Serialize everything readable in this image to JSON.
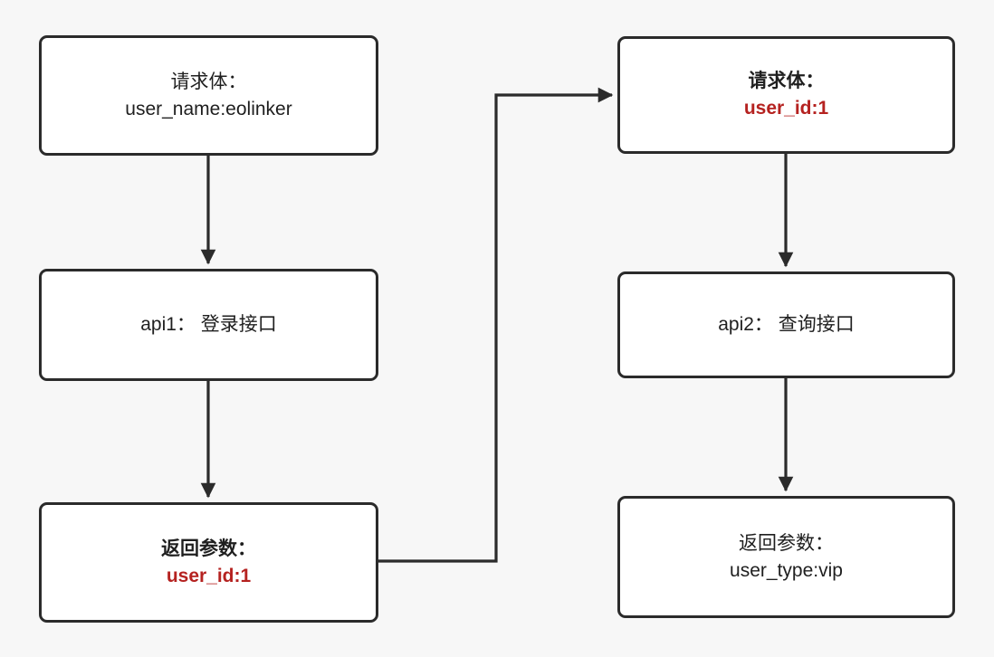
{
  "diagram": {
    "background_color": "#f7f7f7",
    "node_border_color": "#2b2b2b",
    "node_fill_color": "#ffffff",
    "highlight_color": "#b52220",
    "nodes": [
      {
        "id": "login-request",
        "title": "请求体：",
        "value": "user_name:eolinker",
        "title_bold": false,
        "value_highlight": false
      },
      {
        "id": "api1",
        "label": "api1： 登录接口"
      },
      {
        "id": "login-response",
        "title": "返回参数：",
        "value": "user_id:1",
        "title_bold": true,
        "value_highlight": true
      },
      {
        "id": "query-request",
        "title": "请求体：",
        "value": "user_id:1",
        "title_bold": true,
        "value_highlight": true
      },
      {
        "id": "api2",
        "label": "api2： 查询接口"
      },
      {
        "id": "query-response",
        "title": "返回参数：",
        "value": "user_type:vip",
        "title_bold": false,
        "value_highlight": false
      }
    ],
    "edges": [
      {
        "id": "login-request-to-api1",
        "from": "login-request",
        "to": "api1",
        "direction": "down"
      },
      {
        "id": "api1-to-login-response",
        "from": "api1",
        "to": "login-response",
        "direction": "down"
      },
      {
        "id": "login-response-to-query-request",
        "from": "login-response",
        "to": "query-request",
        "direction": "right-up"
      },
      {
        "id": "query-request-to-api2",
        "from": "query-request",
        "to": "api2",
        "direction": "down"
      },
      {
        "id": "api2-to-query-response",
        "from": "api2",
        "to": "query-response",
        "direction": "down"
      }
    ]
  }
}
